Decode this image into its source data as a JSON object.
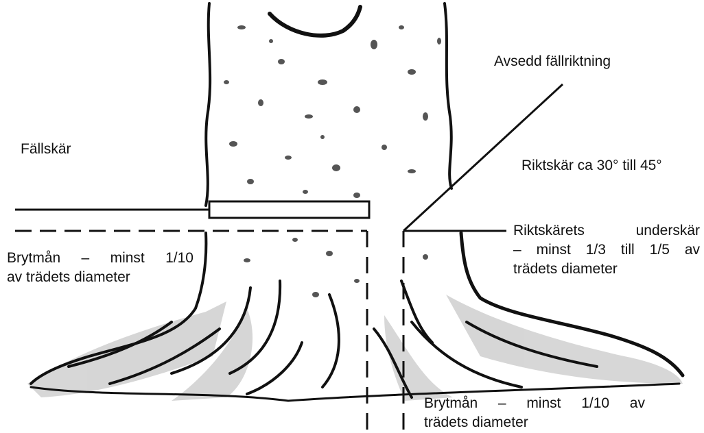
{
  "labels": {
    "intended_direction": "Avsedd fällriktning",
    "felling_cut": "Fällskär",
    "notch_angle": "Riktskär ca 30° till 45°",
    "notch_under_1": "Riktskärets underskär",
    "notch_under_2": "– minst 1/3 till 1/5 av",
    "notch_under_3": "trädets diameter",
    "hinge_left_1": "Brytmån – minst 1/10",
    "hinge_left_2": "av trädets diameter",
    "hinge_bottom_1": "Brytmån – minst 1/10 av",
    "hinge_bottom_2": "trädets diameter"
  },
  "colors": {
    "ink": "#111111",
    "speckle": "#555555",
    "root_fill": "#bdbdbd",
    "background": "#ffffff"
  }
}
